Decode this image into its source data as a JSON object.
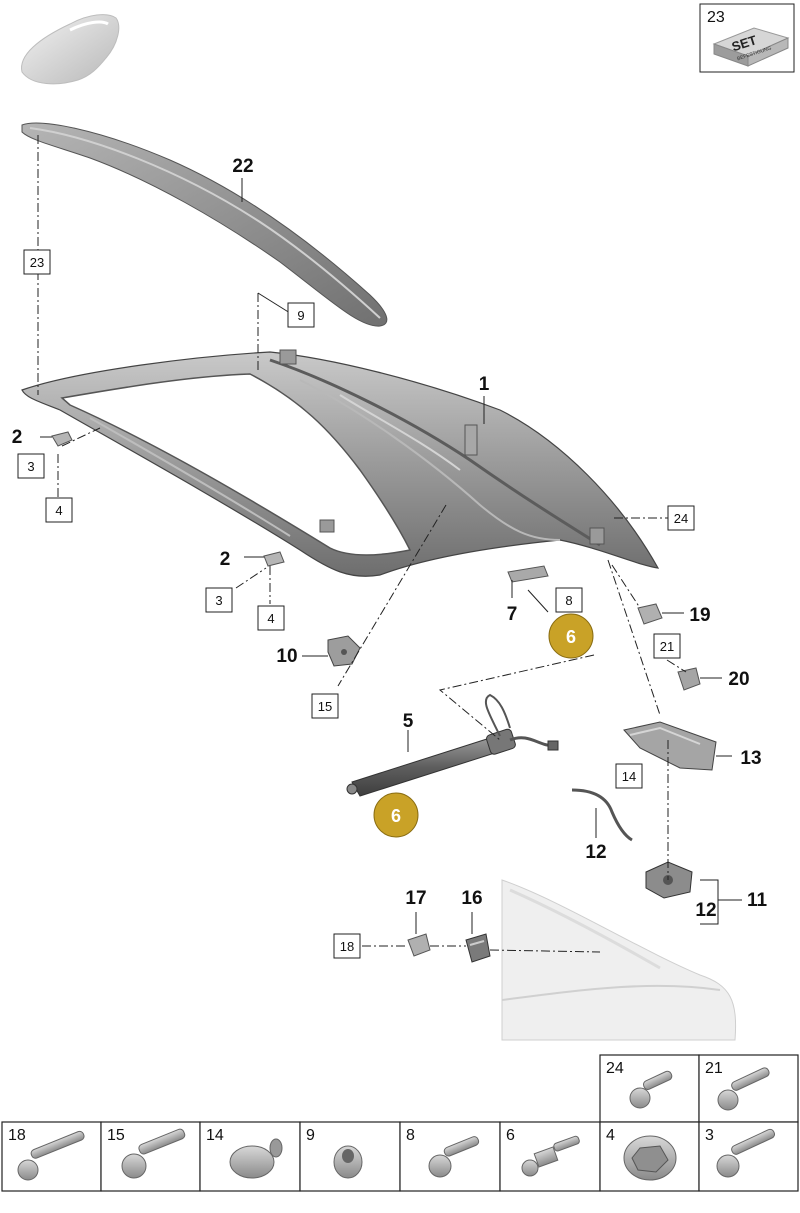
{
  "set_box": {
    "number": "23",
    "label": "SET",
    "sublabel": "BEFESTIGUNG"
  },
  "callouts": {
    "c1": "1",
    "c2a": "2",
    "c2b": "2",
    "c5": "5",
    "c7": "7",
    "c10": "10",
    "c11": "11",
    "c12a": "12",
    "c12b": "12",
    "c13": "13",
    "c16": "16",
    "c17": "17",
    "c19": "19",
    "c20": "20",
    "c22": "22"
  },
  "boxed": {
    "b23": "23",
    "b9": "9",
    "b3a": "3",
    "b4a": "4",
    "b3b": "3",
    "b4b": "4",
    "b8": "8",
    "b15": "15",
    "b14": "14",
    "b18": "18",
    "b21": "21",
    "b24": "24"
  },
  "gold": {
    "g6a": "6",
    "g6b": "6"
  },
  "table": {
    "top": [
      "24",
      "21"
    ],
    "bottom": [
      "18",
      "15",
      "14",
      "9",
      "8",
      "6",
      "4",
      "3"
    ]
  },
  "colors": {
    "gold_marker": "#c9a227",
    "part_gray": "#8f8f8f",
    "line": "#222222"
  }
}
